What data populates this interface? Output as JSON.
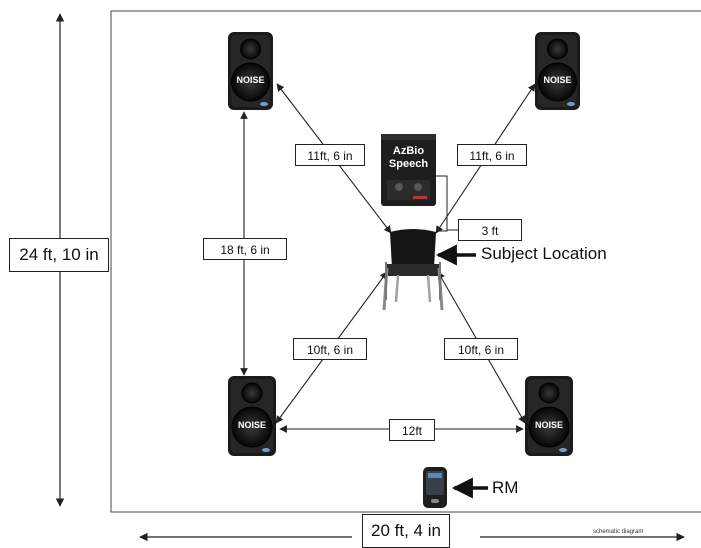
{
  "room": {
    "height_label": "24 ft, 10 in",
    "width_label": "20 ft, 4 in"
  },
  "speakers": {
    "noise_label": "NOISE",
    "speech_label_line1": "AzBio",
    "speech_label_line2": "Speech"
  },
  "distances": {
    "top_left": "11ft, 6 in",
    "top_right": "11ft, 6 in",
    "left_vertical": "18 ft, 6 in",
    "speech_to_subject": "3 ft",
    "bottom_left": "10ft, 6 in",
    "bottom_right": "10ft, 6 in",
    "bottom_horizontal": "12ft"
  },
  "callouts": {
    "subject": "Subject Location",
    "rm": "RM"
  },
  "footer": {
    "caption": "schematic diagram"
  },
  "colors": {
    "speaker_body": "#1b1b1b",
    "line": "#222222",
    "background": "#ffffff"
  }
}
